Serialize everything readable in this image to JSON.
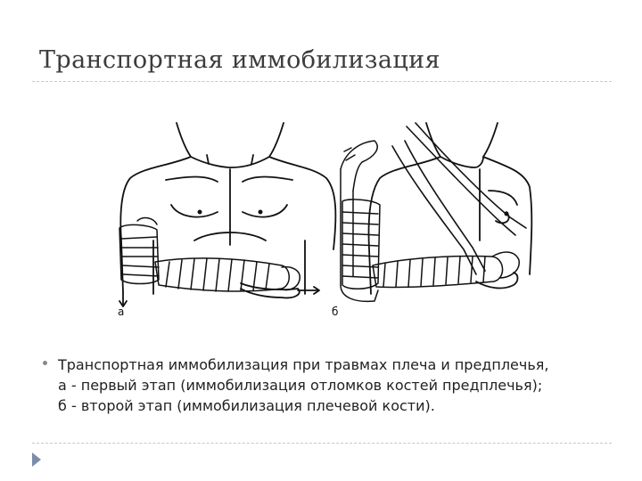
{
  "slide": {
    "title": "Транспортная иммобилизация",
    "figure": {
      "label_a": "а",
      "label_b": "б"
    },
    "caption": {
      "lines": [
        "Транспортная иммобилизация при травмах плеча и предплечья,",
        "а - первый этап (иммобилизация отломков костей предплечья);",
        "б - второй этап (иммобилизация плечевой кости)."
      ]
    },
    "icons": [
      "bullet-icon",
      "next-arrow-icon"
    ]
  }
}
